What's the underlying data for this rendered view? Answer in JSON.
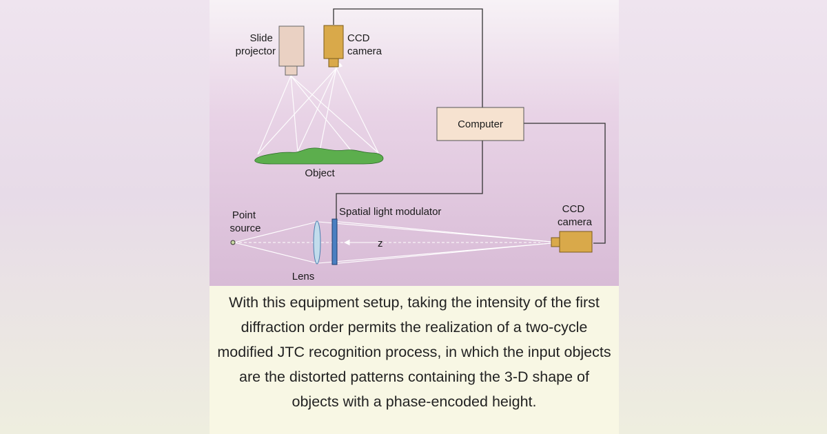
{
  "labels": {
    "slide_projector": [
      "Slide",
      "projector"
    ],
    "ccd_camera_top": [
      "CCD",
      "camera"
    ],
    "computer": "Computer",
    "object": "Object",
    "spatial_light_modulator": "Spatial light modulator",
    "point_source": [
      "Point",
      "source"
    ],
    "z": "z",
    "lens": "Lens",
    "ccd_camera_right": [
      "CCD",
      "camera"
    ]
  },
  "caption": "With this equipment setup, taking the intensity of the first diffraction order permits the realization of a two-cycle modified JTC recognition process, in which the input objects are the distorted patterns containing the 3-D shape of objects with a phase-encoded height.",
  "colors": {
    "camera": "#d9a94a",
    "projector": "#ead1c3",
    "computer_box": "#f6e2d0",
    "object": "#5cae4d",
    "lens": "#c2dcec",
    "modulator": "#4a7fc1"
  }
}
